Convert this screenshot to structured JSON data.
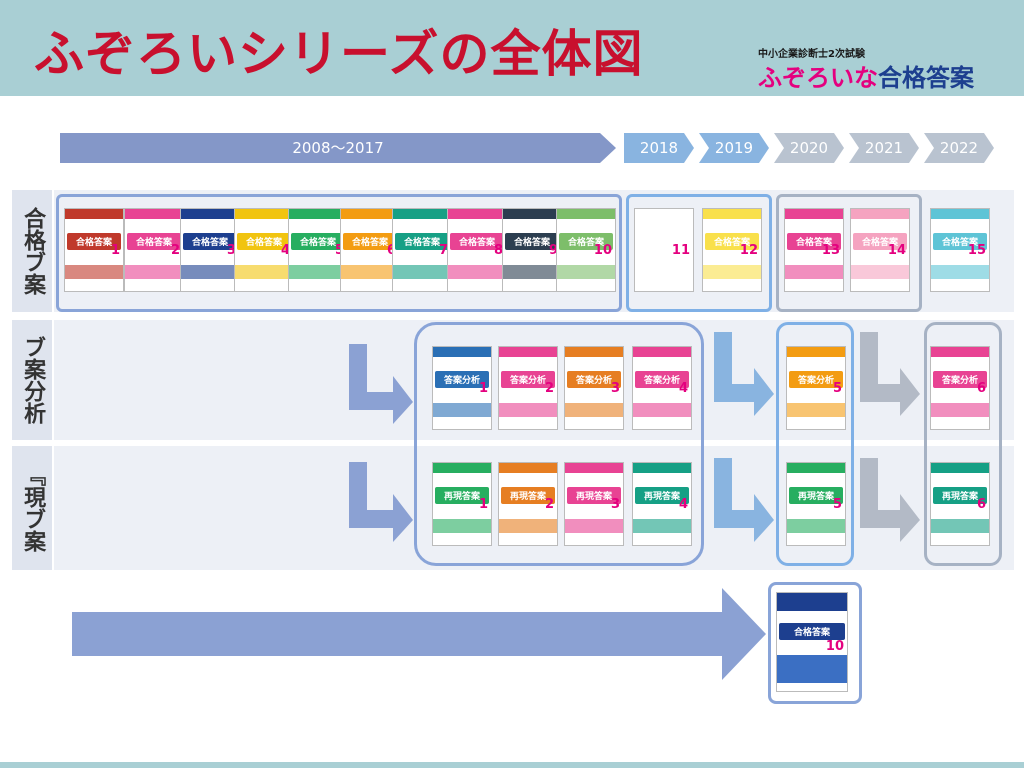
{
  "header": {
    "title": "ふぞろいシリーズの全体図",
    "logo_sub": "中小企業診断士2次試験",
    "logo_brand": "ふぞろいな",
    "logo_main": "合格答案"
  },
  "timeline": [
    "2008～2017",
    "2018",
    "2019",
    "2020",
    "2021",
    "2022"
  ],
  "rows": {
    "goukaku": "合格ブ案",
    "bunseki": "ブ案分析",
    "saigen": "『現ブ案"
  },
  "books": {
    "goukaku": [
      {
        "title": "合格答案",
        "num": "1"
      },
      {
        "title": "合格答案",
        "num": "2"
      },
      {
        "title": "合格答案",
        "num": "3"
      },
      {
        "title": "合格答案",
        "num": "4"
      },
      {
        "title": "合格答案",
        "num": "5"
      },
      {
        "title": "合格答案",
        "num": "6"
      },
      {
        "title": "合格答案",
        "num": "7"
      },
      {
        "title": "合格答案",
        "num": "8"
      },
      {
        "title": "合格答案",
        "num": "9"
      },
      {
        "title": "合格答案",
        "num": "10"
      },
      {
        "title": "合格答案",
        "num": "11"
      },
      {
        "title": "合格答案",
        "num": "12"
      },
      {
        "title": "合格答案",
        "num": "13"
      },
      {
        "title": "合格答案",
        "num": "14"
      },
      {
        "title": "合格答案",
        "num": "15"
      }
    ],
    "bunseki": [
      {
        "title": "答案分析",
        "num": "1"
      },
      {
        "title": "答案分析",
        "num": "2"
      },
      {
        "title": "答案分析",
        "num": "3"
      },
      {
        "title": "答案分析",
        "num": "4"
      },
      {
        "title": "答案分析",
        "num": "5"
      },
      {
        "title": "答案分析",
        "num": "6"
      }
    ],
    "saigen": [
      {
        "title": "再現答案",
        "num": "1"
      },
      {
        "title": "再現答案",
        "num": "2"
      },
      {
        "title": "再現答案",
        "num": "3"
      },
      {
        "title": "再現答案",
        "num": "4"
      },
      {
        "title": "再現答案",
        "num": "5"
      },
      {
        "title": "再現答案",
        "num": "6"
      }
    ],
    "compilation": {
      "title": "合格答案",
      "num": "10"
    }
  },
  "colors": {
    "header_bg": "#a9cfd4",
    "title": "#c8102e",
    "timeline_blue": "#8497c8",
    "timeline_light_blue": "#89b4e0",
    "timeline_grey": "#b9c3d0"
  }
}
